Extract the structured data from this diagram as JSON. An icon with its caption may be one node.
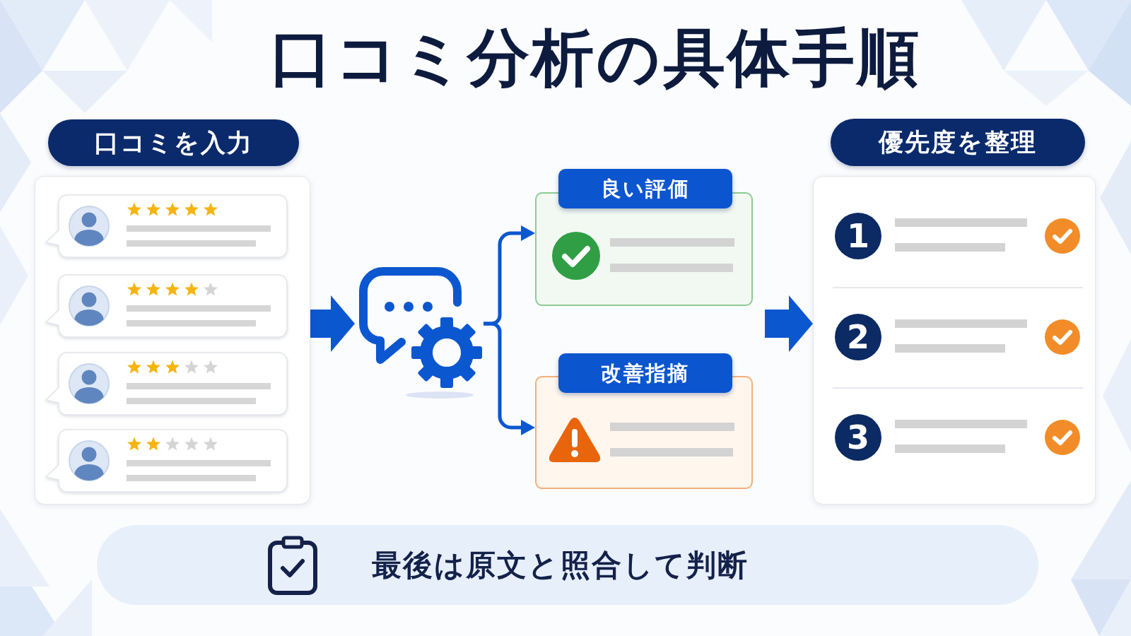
{
  "diagram": {
    "title": "口コミ分析の具体手順",
    "nodes": [
      {
        "text": [
          "口コミを入力"
        ]
      },
      {
        "text": [],
        "shape": "picture"
      },
      {
        "text": [
          "良い評価"
        ]
      },
      {
        "text": [
          "改善指摘"
        ]
      },
      {
        "text": [
          "優先度を整理"
        ]
      },
      {
        "text": [
          "1"
        ],
        "in": 4
      },
      {
        "text": [
          "2"
        ],
        "in": 4
      },
      {
        "text": [
          "3"
        ],
        "in": 4
      },
      {
        "text": [
          "最後は原文と照合して判断"
        ]
      }
    ],
    "edges": [
      {
        "from": 0,
        "to": 1,
        "arrow": "to",
        "style": "thick"
      },
      {
        "from": 1,
        "to": 2,
        "arrow": "to"
      },
      {
        "from": 1,
        "to": 3,
        "arrow": "to"
      },
      {
        "from": null,
        "to": 4,
        "arrow": "to",
        "style": "thick"
      }
    ]
  }
}
